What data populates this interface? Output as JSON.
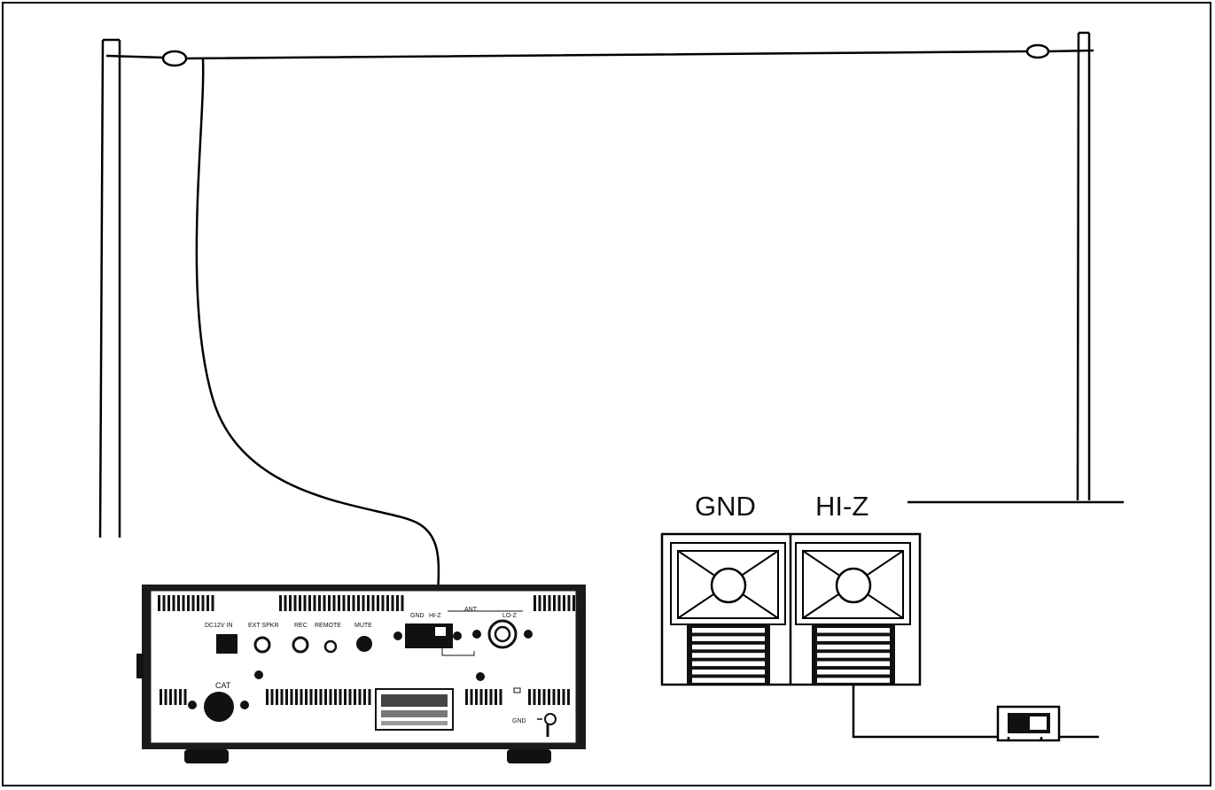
{
  "terminal_labels": {
    "gnd": "GND",
    "hiz": "HI-Z"
  },
  "rear_panel": {
    "dc_in": "DC12V IN",
    "ext_spkr": "EXT SPKR",
    "rec": "REC",
    "remote": "REMOTE",
    "mute": "MUTE",
    "ant": "ANT",
    "ant_gnd": "GND",
    "ant_hiz": "HI-Z",
    "ant_loz": "LO-Z",
    "cat": "CAT",
    "gnd_post": "GND"
  }
}
